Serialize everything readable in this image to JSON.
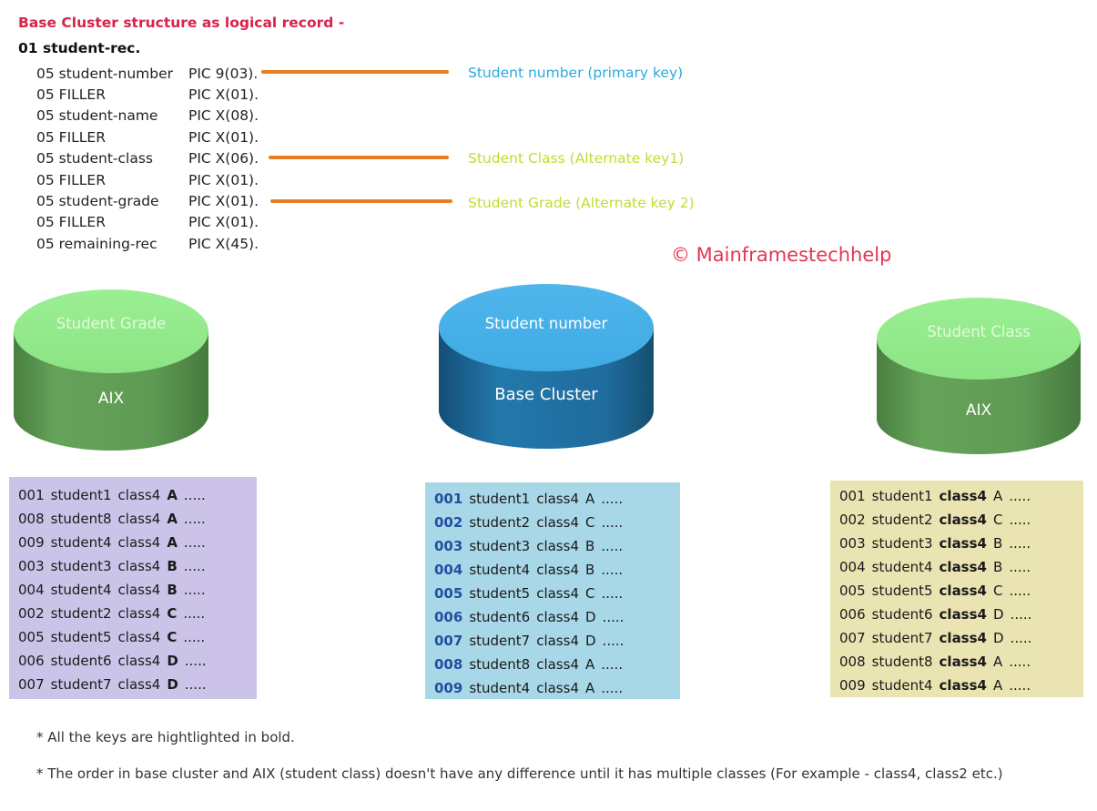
{
  "page": {
    "title": "Base Cluster structure as logical record -",
    "copyright": "© Mainframestechhelp",
    "colors": {
      "title_text": "#D8234B",
      "copyright_text": "#E23558",
      "connector_line": "#E87E22",
      "annotation_primary_key": "#2BA9E0",
      "annotation_alternate_key": "#C3DC30",
      "base_cluster_cylinder_top": "#44B1E9",
      "base_cluster_cylinder_body": "#1F6C9D",
      "aix_cylinder_top": "#93EB8C",
      "aix_cylinder_body": "#5E9A53",
      "table_aix_grade_bg": "#CCC4E8",
      "table_base_cluster_bg": "#A8D8E8",
      "table_aix_class_bg": "#EAE3B2",
      "table_number_bold_blue": "#2050A0"
    }
  },
  "record": {
    "level01": "01 student-rec.",
    "fields": [
      {
        "name": "05 student-number",
        "pic": "PIC 9(03)."
      },
      {
        "name": "05 FILLER",
        "pic": "PIC X(01)."
      },
      {
        "name": "05 student-name",
        "pic": "PIC X(08)."
      },
      {
        "name": "05 FILLER",
        "pic": "PIC X(01)."
      },
      {
        "name": "05 student-class",
        "pic": "PIC X(06)."
      },
      {
        "name": "05 FILLER",
        "pic": "PIC X(01)."
      },
      {
        "name": "05 student-grade",
        "pic": "PIC X(01)."
      },
      {
        "name": "05 FILLER",
        "pic": "PIC X(01)."
      },
      {
        "name": "05 remaining-rec",
        "pic": "PIC X(45)."
      }
    ]
  },
  "annotations": [
    {
      "label": "Student number (primary key)"
    },
    {
      "label": "Student Class (Alternate key1)"
    },
    {
      "label": "Student Grade (Alternate key 2)"
    }
  ],
  "cylinders": {
    "aix_grade": {
      "top_label": "Student Grade",
      "body_label": "AIX"
    },
    "base_cluster": {
      "top_label": "Student number",
      "body_label": "Base Cluster"
    },
    "aix_class": {
      "top_label": "Student Class",
      "body_label": "AIX"
    }
  },
  "tables": {
    "aix_grade": {
      "rows": [
        {
          "num": "001",
          "student": "student1",
          "cls": "class4",
          "grade": "A",
          "dots": "....."
        },
        {
          "num": "008",
          "student": "student8",
          "cls": "class4",
          "grade": "A",
          "dots": "....."
        },
        {
          "num": "009",
          "student": "student4",
          "cls": "class4",
          "grade": "A",
          "dots": "....."
        },
        {
          "num": "003",
          "student": "student3",
          "cls": "class4",
          "grade": "B",
          "dots": "....."
        },
        {
          "num": "004",
          "student": "student4",
          "cls": "class4",
          "grade": "B",
          "dots": "....."
        },
        {
          "num": "002",
          "student": "student2",
          "cls": "class4",
          "grade": "C",
          "dots": "....."
        },
        {
          "num": "005",
          "student": "student5",
          "cls": "class4",
          "grade": "C",
          "dots": "....."
        },
        {
          "num": "006",
          "student": "student6",
          "cls": "class4",
          "grade": "D",
          "dots": "....."
        },
        {
          "num": "007",
          "student": "student7",
          "cls": "class4",
          "grade": "D",
          "dots": "....."
        }
      ]
    },
    "base_cluster": {
      "rows": [
        {
          "num": "001",
          "student": "student1",
          "cls": "class4",
          "grade": "A",
          "dots": "....."
        },
        {
          "num": "002",
          "student": "student2",
          "cls": "class4",
          "grade": "C",
          "dots": "....."
        },
        {
          "num": "003",
          "student": "student3",
          "cls": "class4",
          "grade": "B",
          "dots": "....."
        },
        {
          "num": "004",
          "student": "student4",
          "cls": "class4",
          "grade": "B",
          "dots": "....."
        },
        {
          "num": "005",
          "student": "student5",
          "cls": "class4",
          "grade": "C",
          "dots": "....."
        },
        {
          "num": "006",
          "student": "student6",
          "cls": "class4",
          "grade": "D",
          "dots": "....."
        },
        {
          "num": "007",
          "student": "student7",
          "cls": "class4",
          "grade": "D",
          "dots": "....."
        },
        {
          "num": "008",
          "student": "student8",
          "cls": "class4",
          "grade": "A",
          "dots": "....."
        },
        {
          "num": "009",
          "student": "student4",
          "cls": "class4",
          "grade": "A",
          "dots": "....."
        }
      ]
    },
    "aix_class": {
      "rows": [
        {
          "num": "001",
          "student": "student1",
          "cls": "class4",
          "grade": "A",
          "dots": "....."
        },
        {
          "num": "002",
          "student": "student2",
          "cls": "class4",
          "grade": "C",
          "dots": "....."
        },
        {
          "num": "003",
          "student": "student3",
          "cls": "class4",
          "grade": "B",
          "dots": "....."
        },
        {
          "num": "004",
          "student": "student4",
          "cls": "class4",
          "grade": "B",
          "dots": "....."
        },
        {
          "num": "005",
          "student": "student5",
          "cls": "class4",
          "grade": "C",
          "dots": "....."
        },
        {
          "num": "006",
          "student": "student6",
          "cls": "class4",
          "grade": "D",
          "dots": "....."
        },
        {
          "num": "007",
          "student": "student7",
          "cls": "class4",
          "grade": "D",
          "dots": "....."
        },
        {
          "num": "008",
          "student": "student8",
          "cls": "class4",
          "grade": "A",
          "dots": "....."
        },
        {
          "num": "009",
          "student": "student4",
          "cls": "class4",
          "grade": "A",
          "dots": "....."
        }
      ]
    }
  },
  "notes": [
    {
      "text": "* All the keys are hightlighted in bold."
    },
    {
      "text": "* The order in base cluster and AIX (student class) doesn't have any difference until it has multiple classes (For example - class4, class2 etc.)"
    }
  ]
}
